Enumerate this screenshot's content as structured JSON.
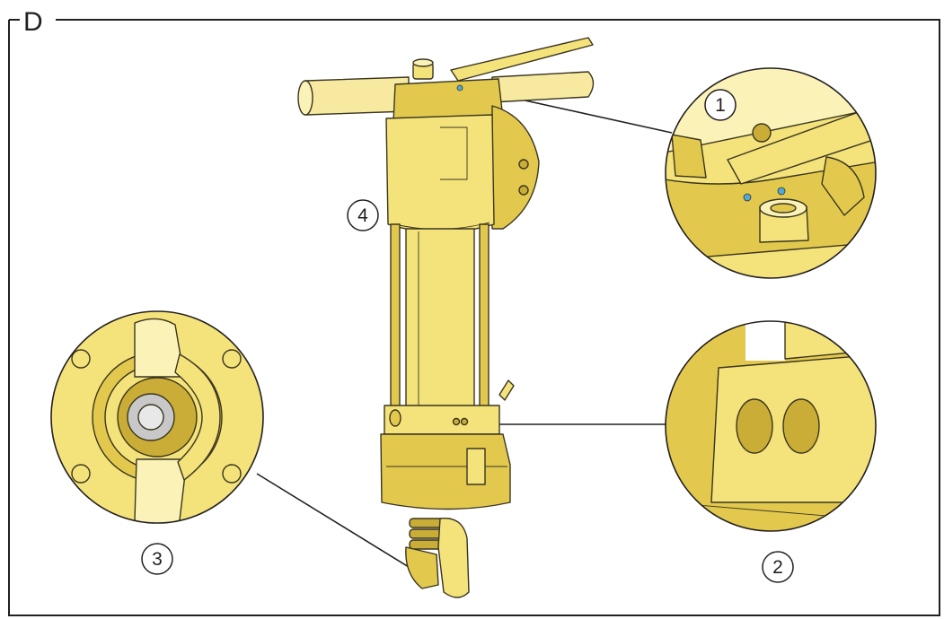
{
  "frame": {
    "letter": "D"
  },
  "colors": {
    "body": "#f4e27a",
    "body_shadow": "#e2c94e",
    "body_dark": "#c9ad36",
    "body_light": "#fbf2b8",
    "grip": "#f7eaa0",
    "outline": "#3a3520",
    "port_blue": "#4fa8dc",
    "bore_grey": "#c8c8c8",
    "line": "#231f20"
  },
  "callouts": [
    {
      "number": "1",
      "target": "handle-valve-top"
    },
    {
      "number": "2",
      "target": "lower-clamp-holes"
    },
    {
      "number": "3",
      "target": "front-retainer"
    },
    {
      "number": "4",
      "target": "cylinder-body"
    }
  ]
}
